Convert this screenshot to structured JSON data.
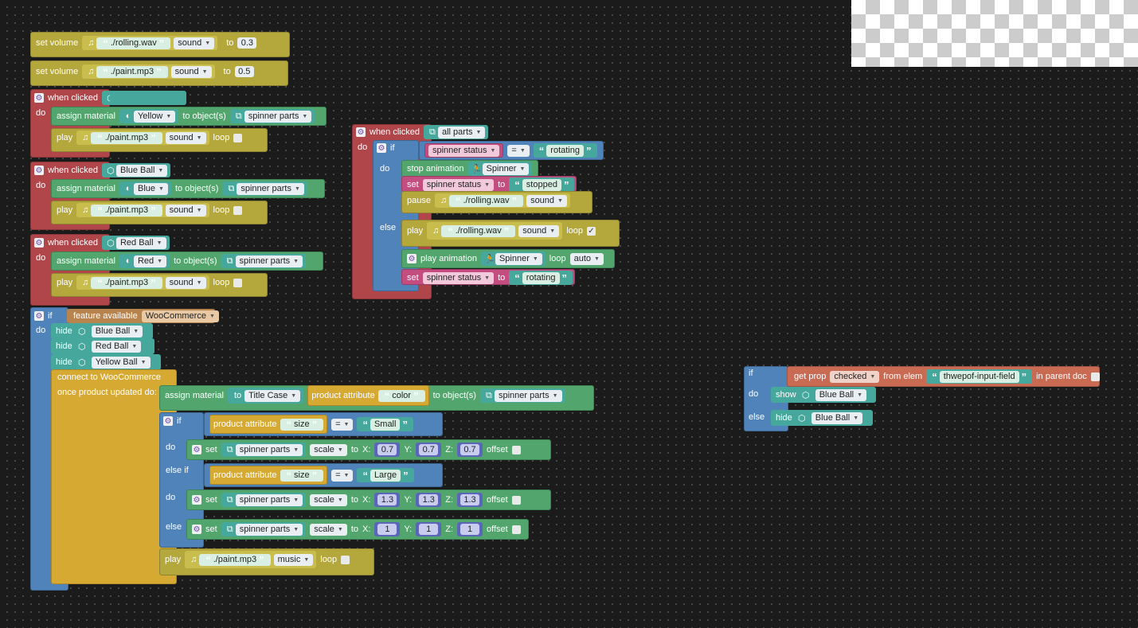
{
  "kw": {
    "set_volume": "set volume",
    "to": "to",
    "when_clicked": "when clicked",
    "do": "do",
    "assign_material": "assign material",
    "to_objects": "to object(s)",
    "play": "play",
    "loop": "loop",
    "if": "if",
    "else": "else",
    "else_if": "else if",
    "hide": "hide",
    "show": "show",
    "stop_animation": "stop animation",
    "set": "set",
    "pause": "pause",
    "play_animation": "play animation",
    "feature_available": "feature available",
    "connect": "connect to WooCommerce",
    "once_updated": "once product updated do:",
    "product_attribute": "product attribute",
    "scale": "scale",
    "x": "X:",
    "y": "Y:",
    "z": "Z:",
    "offset": "offset",
    "get_prop": "get prop",
    "from_elem": "from elem",
    "in_parent_doc": "in parent doc"
  },
  "values": {
    "rolling": "./rolling.wav",
    "paint": "./paint.mp3",
    "sound": "sound",
    "music": "music",
    "vol1": "0.3",
    "vol2": "0.5",
    "yellow_ball": "Yellow Ball",
    "blue_ball": "Blue Ball",
    "red_ball": "Red Ball",
    "yellow": "Yellow",
    "blue": "Blue",
    "red": "Red",
    "spinner_parts": "spinner parts",
    "all_parts": "all parts",
    "spinner_status": "spinner status",
    "eq": "=",
    "rotating": "rotating",
    "stopped": "stopped",
    "spinner": "Spinner",
    "auto": "auto",
    "woocommerce": "WooCommerce",
    "title_case": "Title Case",
    "color": "color",
    "size": "size",
    "small": "Small",
    "large": "Large",
    "s07": "0.7",
    "s13": "1.3",
    "s1": "1",
    "checked": "checked",
    "input_field": "thwepof-input-field",
    "checkmark": "✓"
  },
  "icons": {
    "note": "music-note-icon",
    "cube": "cube-icon",
    "sphere": "material-sphere-icon",
    "parts": "parts-group-icon",
    "gear": "gear-icon",
    "run": "animation-figure-icon"
  }
}
